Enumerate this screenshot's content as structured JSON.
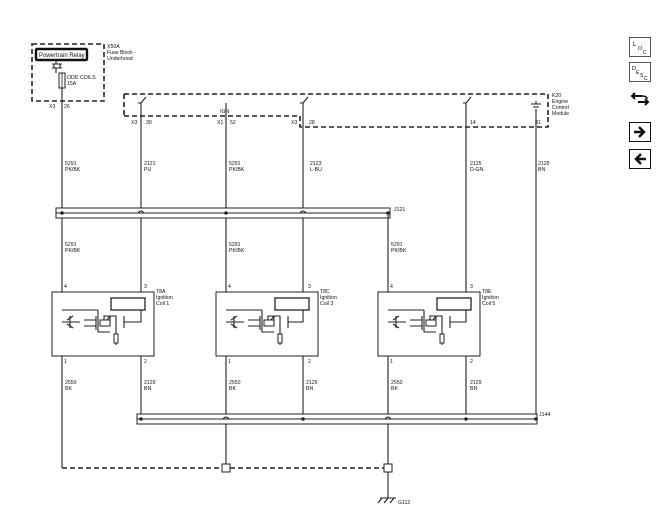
{
  "fuse_block": {
    "ref": "X50A",
    "name_line1": "Fuse Block -",
    "name_line2": "Underhood",
    "relay": "Powertrain Relay",
    "fuse_name": "ODD COILS",
    "fuse_rating": "15A",
    "connector": "X3",
    "pin": "26"
  },
  "ecm": {
    "ref": "K20",
    "name_line1": "Engine",
    "name_line2": "Control",
    "name_line3": "Module",
    "ign_label": "IGN",
    "pins": [
      {
        "conn": "X3",
        "pin": "30"
      },
      {
        "conn": "X1",
        "pin": "52"
      },
      {
        "conn": "X3",
        "pin": "28"
      },
      {
        "conn": "",
        "pin": "14"
      },
      {
        "conn": "",
        "pin": "31"
      }
    ]
  },
  "upper_wires": [
    {
      "circuit": "5291",
      "color": "PK/BK"
    },
    {
      "circuit": "2121",
      "color": "PU"
    },
    {
      "circuit": "5291",
      "color": "PK/BK"
    },
    {
      "circuit": "2123",
      "color": "L-BU"
    },
    {
      "circuit": "2125",
      "color": "D-GN"
    },
    {
      "circuit": "2129",
      "color": "BN"
    }
  ],
  "splice_top": "J121",
  "splice_bottom": "J144",
  "coil_feed_wires": [
    {
      "circuit": "5291",
      "color": "PK/BK"
    },
    {
      "circuit": "5291",
      "color": "PK/BK"
    },
    {
      "circuit": "5291",
      "color": "PK/BK"
    }
  ],
  "coils": [
    {
      "ref": "T8A",
      "line1": "Ignition",
      "line2": "Coil 1",
      "pin_tl": "4",
      "pin_tr": "3",
      "pin_bl": "1",
      "pin_br": "2"
    },
    {
      "ref": "T8C",
      "line1": "Ignition",
      "line2": "Coil 3",
      "pin_tl": "4",
      "pin_tr": "3",
      "pin_bl": "1",
      "pin_br": "2"
    },
    {
      "ref": "T8E",
      "line1": "Ignition",
      "line2": "Coil 5",
      "pin_tl": "4",
      "pin_tr": "3",
      "pin_bl": "1",
      "pin_br": "2"
    }
  ],
  "lower_wires": [
    {
      "circuit": "2550",
      "color": "BK"
    },
    {
      "circuit": "2129",
      "color": "BN"
    },
    {
      "circuit": "2550",
      "color": "BK"
    },
    {
      "circuit": "2129",
      "color": "BN"
    },
    {
      "circuit": "2550",
      "color": "BK"
    },
    {
      "circuit": "2129",
      "color": "BN"
    }
  ],
  "ground": "G112",
  "side_panel": {
    "loc_letters": [
      "L",
      "O",
      "C"
    ],
    "desc_letters": [
      "D",
      "E",
      "S",
      "C"
    ],
    "icons": [
      "loc-icon",
      "desc-icon",
      "swap-arrows-icon",
      "arrow-right-icon",
      "arrow-left-icon"
    ]
  },
  "colors": {
    "line": "#222222",
    "background": "#ffffff"
  }
}
